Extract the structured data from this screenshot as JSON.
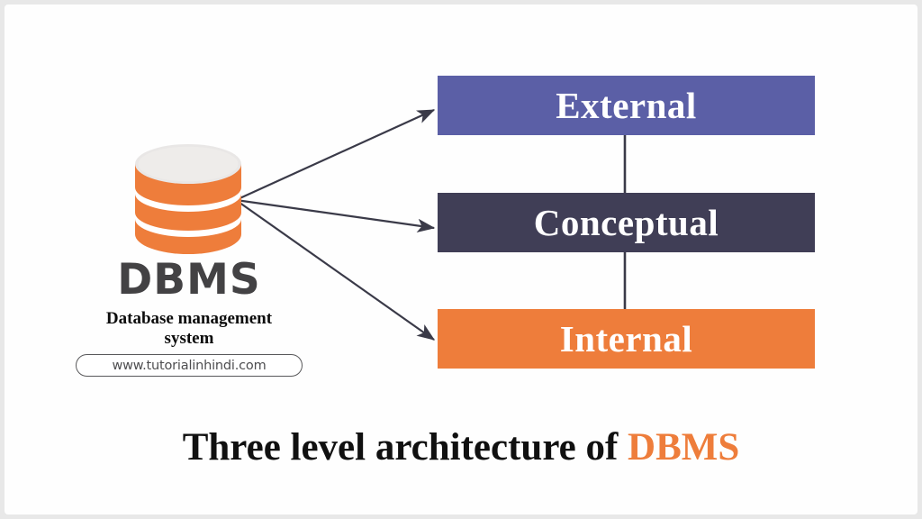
{
  "diagram": {
    "title_prefix": "Three level architecture of ",
    "title_accent": "DBMS",
    "background_color": "#fefefe",
    "frame_color": "#e8e8e8"
  },
  "source": {
    "acronym": "DBMS",
    "expansion_line1": "Database management",
    "expansion_line2": "system",
    "website": "www.tutorialinhindi.com",
    "icon": "database-cylinder-icon",
    "cylinder_color": "#ee7d3b",
    "cylinder_top_color": "#e9e7e6",
    "acronym_color": "#434244"
  },
  "levels": [
    {
      "id": "external",
      "label": "External",
      "color": "#5b5fa6",
      "text_color": "#ffffff",
      "order": 1
    },
    {
      "id": "conceptual",
      "label": "Conceptual",
      "color": "#403e56",
      "text_color": "#ffffff",
      "order": 2
    },
    {
      "id": "internal",
      "label": "Internal",
      "color": "#ee7d3b",
      "text_color": "#ffffff",
      "order": 3
    }
  ],
  "connectors": {
    "arrow_color": "#3a3a48",
    "arrow_origin_label": "database-cylinder-right-edge",
    "arrow_count": 3,
    "spine_label": "vertical-level-spine"
  },
  "chart_data": {
    "type": "diagram",
    "title": "Three level architecture of DBMS",
    "nodes": [
      {
        "id": "dbms",
        "label": "DBMS",
        "sublabel": "Database management system",
        "shape": "cylinder",
        "color": "#ee7d3b"
      },
      {
        "id": "external",
        "label": "External",
        "shape": "rectangle",
        "color": "#5b5fa6"
      },
      {
        "id": "conceptual",
        "label": "Conceptual",
        "shape": "rectangle",
        "color": "#403e56"
      },
      {
        "id": "internal",
        "label": "Internal",
        "shape": "rectangle",
        "color": "#ee7d3b"
      }
    ],
    "edges": [
      {
        "from": "dbms",
        "to": "external",
        "style": "arrow"
      },
      {
        "from": "dbms",
        "to": "conceptual",
        "style": "arrow"
      },
      {
        "from": "dbms",
        "to": "internal",
        "style": "arrow"
      },
      {
        "from": "external",
        "to": "conceptual",
        "style": "line"
      },
      {
        "from": "conceptual",
        "to": "internal",
        "style": "line"
      }
    ]
  }
}
